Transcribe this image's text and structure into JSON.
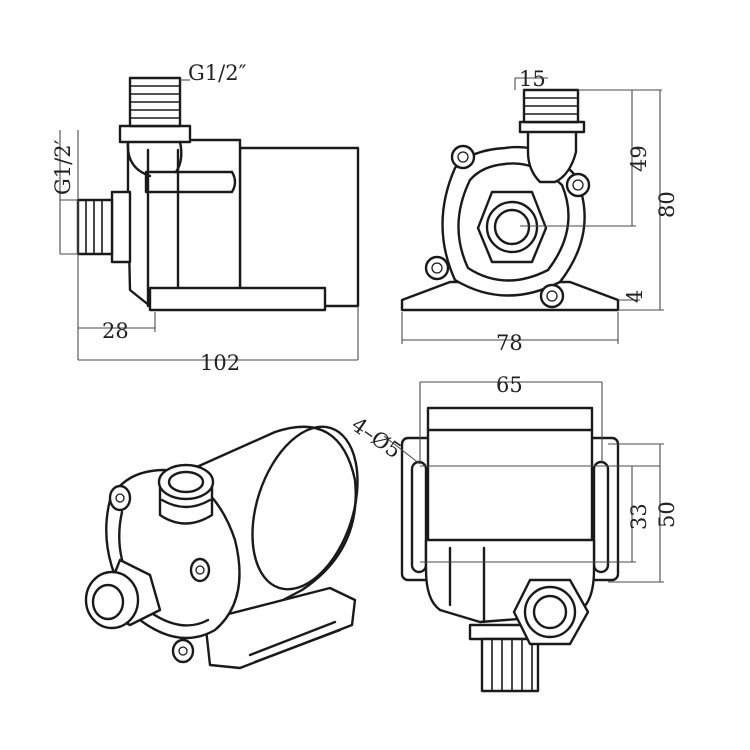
{
  "colors": {
    "line": "#1a1a1a",
    "dimension": "#4a4a4a",
    "background": "#ffffff"
  },
  "labels": {
    "outlet_thread": "G1/2″",
    "inlet_thread": "G1/2′",
    "dim_inlet_length": "28",
    "dim_total_length": "102",
    "dim_outlet_width": "15",
    "dim_outlet_height": "49",
    "dim_total_height": "80",
    "dim_base_thickness": "4",
    "dim_base_width": "78",
    "dim_top_width": "65",
    "dim_mount_holes": "4–Ø5",
    "dim_slot_height": "33",
    "dim_mount_height": "50"
  }
}
